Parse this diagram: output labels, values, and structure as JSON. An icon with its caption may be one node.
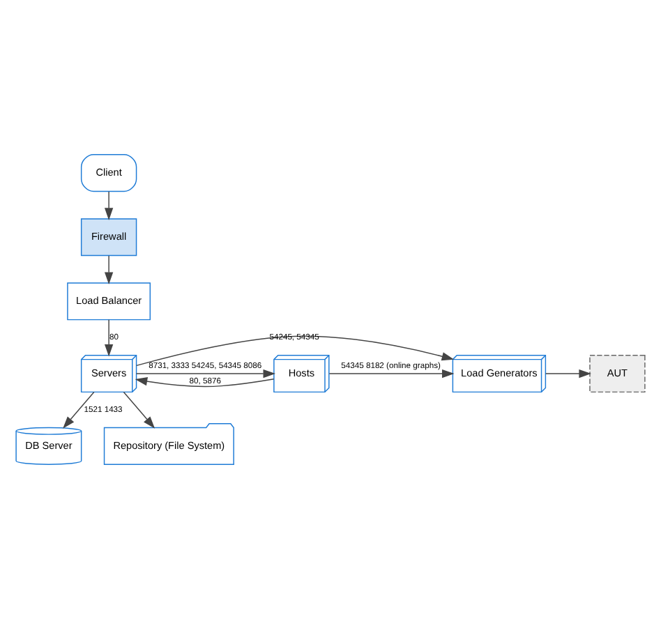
{
  "diagram": {
    "nodes": [
      {
        "text": [
          "Client"
        ]
      },
      {
        "text": [
          "Firewall"
        ]
      },
      {
        "text": [
          "Load Balancer"
        ]
      },
      {
        "text": [
          "Servers"
        ]
      },
      {
        "text": [
          "Hosts"
        ]
      },
      {
        "text": [
          "Load Generators"
        ]
      },
      {
        "text": [
          "AUT"
        ]
      },
      {
        "text": [
          "DB Server"
        ]
      },
      {
        "text": [
          "Repository (File System)"
        ]
      }
    ],
    "edges": [
      {
        "from": 0,
        "to": 1,
        "arrow": "to"
      },
      {
        "from": 1,
        "to": 2,
        "arrow": "to"
      },
      {
        "from": 2,
        "to": 3,
        "arrow": "to",
        "label": "80"
      },
      {
        "from": 3,
        "to": 5,
        "arrow": "to",
        "label": "54245, 54345"
      },
      {
        "from": 4,
        "to": 3,
        "arrow": "to",
        "label": "80, 5876"
      },
      {
        "from": 3,
        "to": 4,
        "arrow": "to",
        "label": "8731, 3333 54245, 54345 8086"
      },
      {
        "from": 4,
        "to": 5,
        "arrow": "to",
        "label": "54345 8182 (online graphs)"
      },
      {
        "from": 5,
        "to": 6,
        "arrow": "to"
      },
      {
        "from": 3,
        "to": 7,
        "arrow": "to",
        "label": "1521 1433"
      },
      {
        "from": 3,
        "to": 8,
        "arrow": "to"
      }
    ]
  }
}
